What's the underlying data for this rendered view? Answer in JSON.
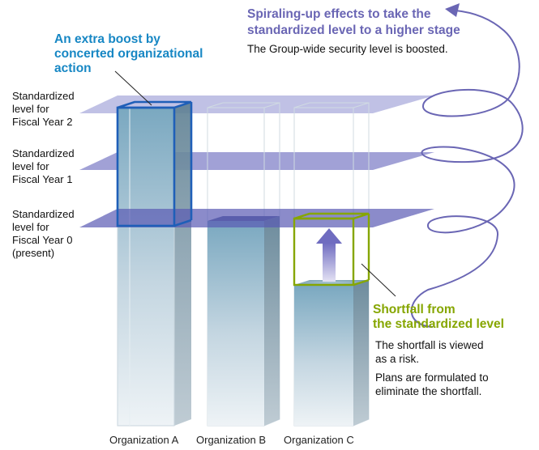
{
  "level_labels": [
    "Standardized\nlevel for\nFiscal Year 2",
    "Standardized\nlevel for\nFiscal Year 1",
    "Standardized\nlevel for\nFiscal Year 0\n(present)"
  ],
  "boost_callout": {
    "title": "An extra boost by\nconcerted organizational\naction"
  },
  "spiral_callout": {
    "title": "Spiraling-up effects to take the\nstandardized level to a higher stage",
    "text": "The Group-wide security level is boosted."
  },
  "shortfall_callout": {
    "title": "Shortfall from\nthe standardized level",
    "line1": "The shortfall is viewed\nas a risk.",
    "line2": "Plans are formulated to\neliminate the shortfall."
  },
  "organizations": [
    {
      "label": "Organization A"
    },
    {
      "label": "Organization B"
    },
    {
      "label": "Organization C"
    }
  ],
  "colors": {
    "boost_blue": "#1787c4",
    "spiral_purple": "#6a66b4",
    "shortfall_green": "#86a600",
    "plane": "#6f6fc0"
  }
}
